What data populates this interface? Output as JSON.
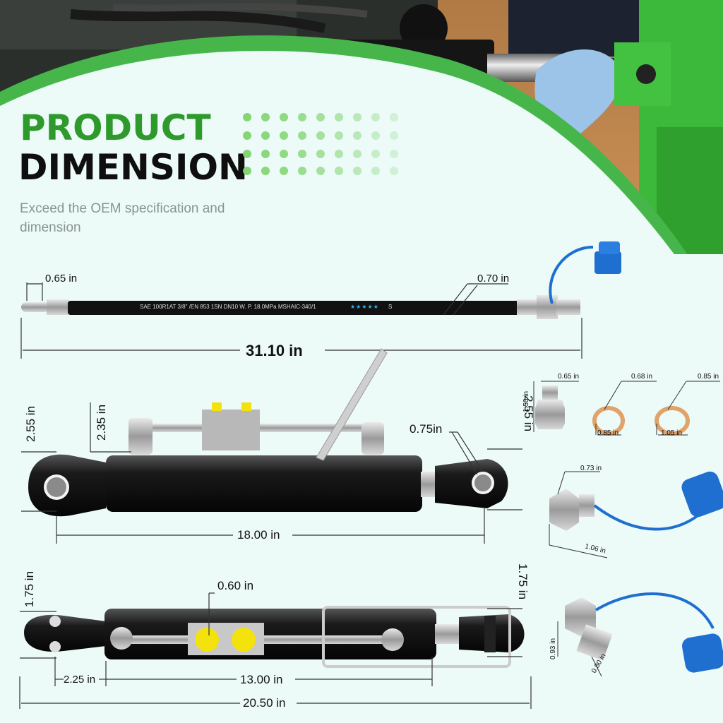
{
  "heading": {
    "line1": "PRODUCT",
    "line2": "DIMENSION",
    "subtitle": "Exceed the OEM specification and dimension"
  },
  "hose": {
    "end_label": "0.65 in",
    "body_label": "0.70 in",
    "length_label": "31.10 in",
    "print_text": "SAE 100R1AT 3/8\" /EN 853 1SN DN10 W. P.  18.0MPa MSHAIC-340/1",
    "print_mark": "S"
  },
  "cylinder_side": {
    "left_height": "2.55 in",
    "valve_height": "2.35 in",
    "right_height": "2.55 in",
    "eye_label": "0.75in",
    "length_label": "18.00 in"
  },
  "cylinder_top": {
    "left_height": "1.75 in",
    "right_height": "1.75 in",
    "port_label": "0.60 in",
    "eye_offset": "2.25 in",
    "stroke_label": "13.00 in",
    "total_label": "20.50 in"
  },
  "parts": {
    "adapter_width": "0.65 in",
    "adapter_height": "1.50 in",
    "washer1_outer": "0.68 in",
    "washer1_inner": "0.85 in",
    "washer2_outer": "0.85 in",
    "washer2_inner": "1.05 in",
    "coupler1_top": "0.73 in",
    "coupler1_bottom": "1.06 in",
    "coupler2_left": "0.93 in",
    "coupler2_right": "0.80 in"
  },
  "colors": {
    "brand_green": "#2f9a2c",
    "tractor_green": "#3cb83a",
    "cap_blue": "#1f6fd0",
    "valve_yellow": "#f4e20c"
  }
}
